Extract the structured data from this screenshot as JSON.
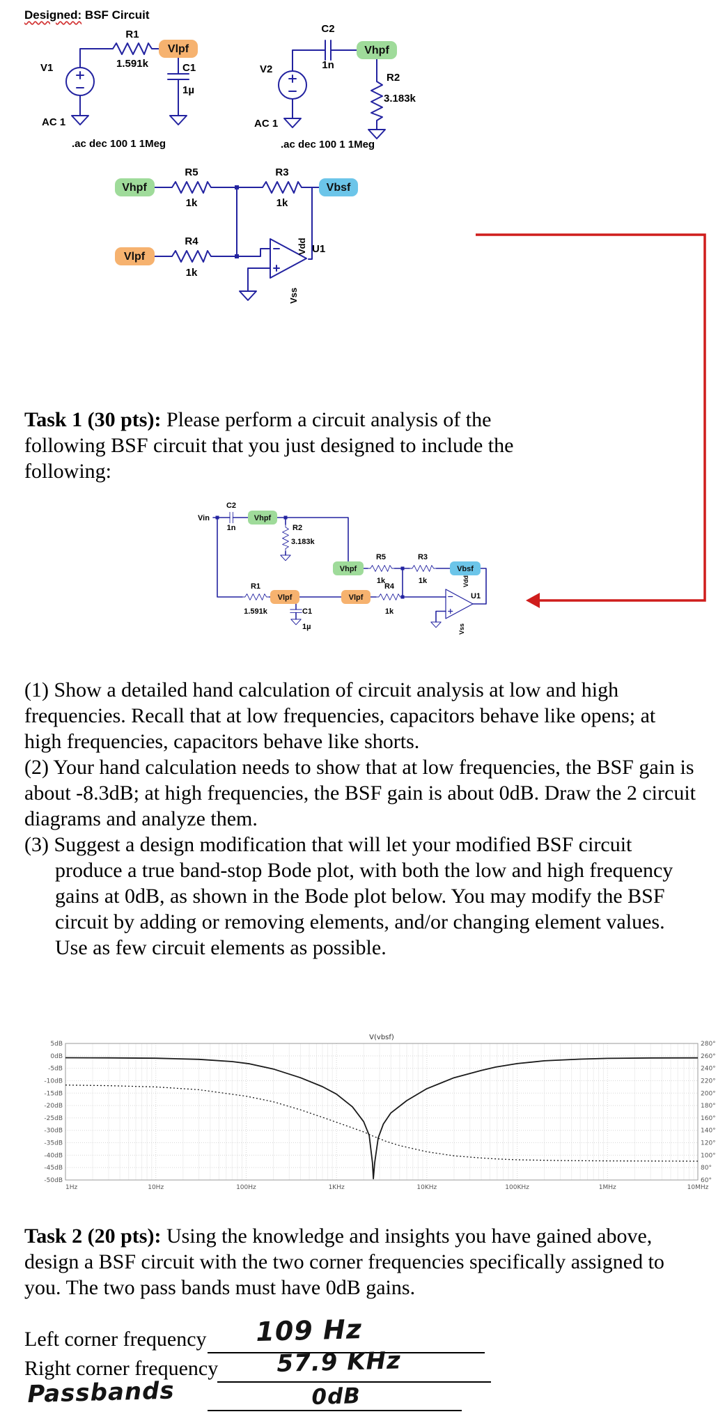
{
  "heading": {
    "designed": "Designed:",
    "title": "BSF Circuit"
  },
  "lpf": {
    "source": "V1",
    "ac": "AC 1",
    "r1": "R1",
    "r1_value": "1.591k",
    "node": "Vlpf",
    "c1": "C1",
    "c1_value": "1µ",
    "directive": ".ac dec 100 1 1Meg"
  },
  "hpf": {
    "source": "V2",
    "ac": "AC 1",
    "c2": "C2",
    "c2_value": "1n",
    "node": "Vhpf",
    "r2": "R2",
    "r2_value": "3.183k",
    "directive": ".ac dec 100 1 1Meg"
  },
  "summing": {
    "in_top": "Vhpf",
    "in_bottom": "Vlpf",
    "r5": "R5",
    "r5_value": "1k",
    "r4": "R4",
    "r4_value": "1k",
    "r3": "R3",
    "r3_value": "1k",
    "out": "Vbsf",
    "opamp": "U1",
    "vdd": "Vdd",
    "vss": "Vss"
  },
  "task1": {
    "label": "Task 1 (30 pts):",
    "text": " Please perform a circuit analysis of the following BSF circuit that you just designed to include the following:"
  },
  "combined": {
    "vin": "Vin",
    "c2": "C2",
    "c2_value": "1n",
    "vhpf": "Vhpf",
    "r2": "R2",
    "r2_value": "3.183k",
    "r5": "R5",
    "r5_value": "1k",
    "r3": "R3",
    "r3_value": "1k",
    "vbsf": "Vbsf",
    "r1": "R1",
    "r1_value": "1.591k",
    "vlpf": "Vlpf",
    "c1": "C1",
    "c1_value": "1µ",
    "r4": "R4",
    "r4_value": "1k",
    "opamp": "U1",
    "vdd": "Vdd",
    "vss": "Vss"
  },
  "items": [
    "(1) Show a detailed hand calculation of circuit analysis at low and high frequencies. Recall that at low frequencies, capacitors behave like opens; at high frequencies, capacitors behave like shorts.",
    "(2) Your hand calculation needs to show that at low frequencies, the BSF gain is about -8.3dB; at high frequencies, the BSF gain is about 0dB. Draw the 2 circuit diagrams and analyze them.",
    "(3) Suggest a design modification that will let your modified BSF circuit produce a true band-stop Bode plot, with both the low and high frequency gains at 0dB, as shown in the Bode plot below. You may modify the BSF circuit by adding or removing elements, and/or changing element values. Use as few circuit elements as possible."
  ],
  "chart_data": {
    "type": "line",
    "title": "V(vbsf)",
    "x_scale": "log",
    "x_range_hz": [
      1,
      10000000
    ],
    "x_ticks": [
      "1Hz",
      "10Hz",
      "100Hz",
      "1KHz",
      "10KHz",
      "100KHz",
      "1MHz",
      "10MHz"
    ],
    "y_left_range": [
      5,
      -50
    ],
    "y_left_ticks": [
      "5dB",
      "0dB",
      "-5dB",
      "-10dB",
      "-15dB",
      "-20dB",
      "-25dB",
      "-30dB",
      "-35dB",
      "-40dB",
      "-45dB",
      "-50dB"
    ],
    "y_right_range": [
      280,
      60
    ],
    "y_right_ticks": [
      "280°",
      "260°",
      "240°",
      "220°",
      "200°",
      "180°",
      "160°",
      "140°",
      "120°",
      "100°",
      "80°",
      "60°"
    ],
    "grid": true,
    "series": [
      {
        "name": "V(vbsf) magnitude",
        "unit": "dB",
        "axis": "left",
        "style": "solid",
        "points": [
          [
            1,
            -0.75
          ],
          [
            3,
            -0.8
          ],
          [
            10,
            -0.95
          ],
          [
            30,
            -1.4
          ],
          [
            70,
            -2.3
          ],
          [
            109,
            -3.2
          ],
          [
            200,
            -5.3
          ],
          [
            400,
            -8.8
          ],
          [
            700,
            -12.4
          ],
          [
            1000,
            -15.4
          ],
          [
            1500,
            -20.5
          ],
          [
            2000,
            -26.5
          ],
          [
            2300,
            -32
          ],
          [
            2500,
            -43
          ],
          [
            2560,
            -49.5
          ],
          [
            2650,
            -43
          ],
          [
            2900,
            -33
          ],
          [
            3300,
            -27.5
          ],
          [
            4000,
            -23
          ],
          [
            6000,
            -18
          ],
          [
            10000,
            -13.2
          ],
          [
            20000,
            -8.8
          ],
          [
            40000,
            -5.9
          ],
          [
            57900,
            -4.5
          ],
          [
            100000,
            -3.1
          ],
          [
            200000,
            -2.0
          ],
          [
            500000,
            -1.3
          ],
          [
            1000000,
            -1.0
          ],
          [
            3000000,
            -0.85
          ],
          [
            10000000,
            -0.8
          ]
        ]
      },
      {
        "name": "V(vbsf) phase",
        "unit": "deg",
        "axis": "right",
        "style": "dotted",
        "points": [
          [
            1,
            213
          ],
          [
            3,
            212
          ],
          [
            10,
            210
          ],
          [
            30,
            205.5
          ],
          [
            100,
            195
          ],
          [
            200,
            186
          ],
          [
            400,
            173
          ],
          [
            700,
            161
          ],
          [
            1000,
            153
          ],
          [
            1500,
            144
          ],
          [
            2000,
            137.5
          ],
          [
            2560,
            130.5
          ],
          [
            3500,
            122.5
          ],
          [
            5000,
            115.5
          ],
          [
            10000,
            105.5
          ],
          [
            20000,
            99
          ],
          [
            40000,
            95.5
          ],
          [
            57900,
            94
          ],
          [
            100000,
            92.5
          ],
          [
            300000,
            91.3
          ],
          [
            1000000,
            90.8
          ],
          [
            10000000,
            90.3
          ]
        ]
      }
    ]
  },
  "task2": {
    "label": "Task 2 (20 pts):",
    "text": " Using the knowledge and insights you have gained above, design a BSF circuit with the two corner frequencies specifically assigned to you. The two pass bands must have 0dB gains."
  },
  "answers": {
    "left_label": "Left corner frequency",
    "left_value": "109 Hz",
    "right_label": "Right corner frequency",
    "right_value": "57.9 KHz",
    "passband_label": "Passbands",
    "passband_value": "0dB"
  }
}
